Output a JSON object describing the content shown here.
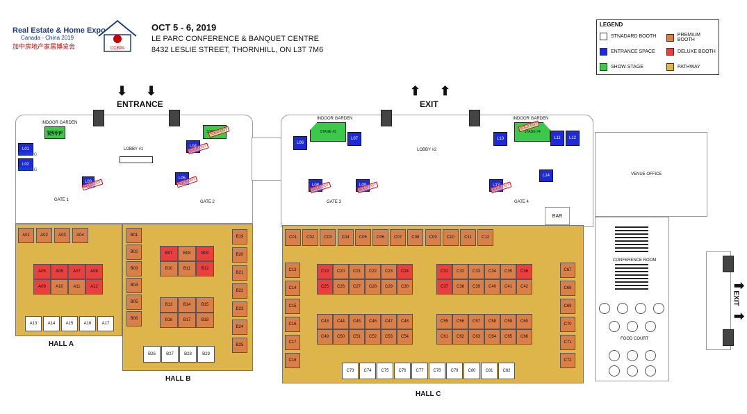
{
  "header": {
    "logo_line1": "Real Estate & Home Expo",
    "logo_line2": "Canada - China 2019",
    "logo_line3": "加中房地产家居博览会",
    "logo_badge": "CCEPA",
    "date": "OCT 5 - 6, 2019",
    "venue": "LE PARC CONFERENCE & BANQUET CENTRE",
    "address": "8432 LESLIE STREET, THORNHILL, ON L3T 7M6"
  },
  "legend": {
    "title": "LEGEND",
    "items": [
      {
        "label": "STNADARD BOOTH",
        "color": "#ffffff"
      },
      {
        "label": "PREMIUM BOOTH",
        "color": "#d9804a"
      },
      {
        "label": "ENTRANCE SPACE",
        "color": "#1e2ad8"
      },
      {
        "label": "DELUXE BOOTH",
        "color": "#e8403e"
      },
      {
        "label": "SHOW STAGE",
        "color": "#3cc84a"
      },
      {
        "label": "PATHWAY",
        "color": "#ddb54b"
      }
    ]
  },
  "labels": {
    "entrance": "ENTRANCE",
    "exit_top": "EXIT",
    "exit_right": "EXIT",
    "lobby1": "LOBBY #1",
    "lobby2": "LOBBY #2",
    "hall_a": "HALL A",
    "hall_b": "HALL B",
    "hall_c": "HALL C",
    "gate1": "GATE 1",
    "gate2": "GATE 2",
    "gate3": "GATE 3",
    "gate4": "GATE 4",
    "venue_office": "VENUE OFFICE",
    "conference_room": "CONFERENCE ROOM",
    "food_court": "FOOD COURT",
    "bar": "BAR",
    "indoor_garden": "INDOOR GARDEN",
    "stage1": "STAGE #1",
    "stage2": "STAGE #2",
    "stage3": "STAGE #3",
    "stage4": "STAGE #4",
    "pending": "PENDING",
    "sold_out": "SOLD OUT",
    "rsvp": "RSVP"
  },
  "booths": {
    "hall_a_top": [
      "A01",
      "A02",
      "A03",
      "A04"
    ],
    "hall_a_mid1": [
      "A05",
      "A06",
      "A07",
      "A08"
    ],
    "hall_a_mid2": [
      "A09",
      "A10",
      "A11",
      "A12"
    ],
    "hall_a_bottom": [
      "A13",
      "A14",
      "A15",
      "A16",
      "A17"
    ],
    "hall_b_left": [
      "B01",
      "B02",
      "B03",
      "B04",
      "B05",
      "B06"
    ],
    "hall_b_g1": [
      "B07",
      "B08",
      "B09",
      "B10",
      "B11",
      "B12"
    ],
    "hall_b_g2": [
      "B13",
      "B14",
      "B15",
      "B16",
      "B17",
      "B18"
    ],
    "hall_b_right": [
      "B19",
      "B20",
      "B21",
      "B22",
      "B23",
      "B24",
      "B25"
    ],
    "hall_b_bottom": [
      "B26",
      "B27",
      "B28",
      "B29"
    ],
    "hall_c_top": [
      "C01",
      "C02",
      "C03",
      "C04",
      "C05",
      "C06",
      "C07",
      "C08",
      "C09",
      "C10",
      "C11",
      "C12"
    ],
    "hall_c_left": [
      "C13",
      "C14",
      "C15",
      "C16",
      "C17",
      "C18"
    ],
    "hall_c_g1a": [
      "C19",
      "C20",
      "C21",
      "C22",
      "C23",
      "C24"
    ],
    "hall_c_g1b": [
      "C25",
      "C26",
      "C27",
      "C28",
      "C29",
      "C30"
    ],
    "hall_c_g2a": [
      "C31",
      "C32",
      "C33",
      "C34",
      "C35",
      "C36"
    ],
    "hall_c_g2b": [
      "C37",
      "C38",
      "C39",
      "C40",
      "C41",
      "C42"
    ],
    "hall_c_g3a": [
      "C43",
      "C44",
      "C45",
      "C46",
      "C47",
      "C48"
    ],
    "hall_c_g3b": [
      "C49",
      "C50",
      "C51",
      "C52",
      "C53",
      "C54"
    ],
    "hall_c_g4a": [
      "C55",
      "C56",
      "C57",
      "C58",
      "C59",
      "C60"
    ],
    "hall_c_g4b": [
      "C61",
      "C62",
      "C63",
      "C64",
      "C65",
      "C66"
    ],
    "hall_c_right": [
      "C67",
      "C68",
      "C69",
      "C70",
      "C71",
      "C72"
    ],
    "hall_c_bottom": [
      "C73",
      "C74",
      "C75",
      "C76",
      "C77",
      "C78",
      "C79",
      "C80",
      "C81",
      "C82"
    ],
    "entrances": [
      "L01",
      "L02",
      "L03",
      "L04",
      "L05",
      "L06",
      "L07",
      "L08",
      "L09",
      "L10",
      "L11",
      "L12",
      "L13",
      "L14"
    ]
  }
}
